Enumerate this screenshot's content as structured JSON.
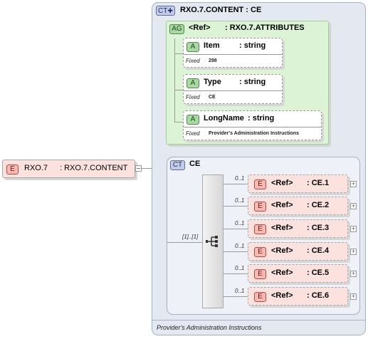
{
  "root_element": {
    "badge": "E",
    "name": "RXO.7",
    "type": ": RXO.7.CONTENT"
  },
  "outer_type": {
    "badge": "CT",
    "title": "RXO.7.CONTENT : CE",
    "footer": "Provider's Administration Instructions"
  },
  "attribute_group": {
    "badge": "AG",
    "ref": "<Ref>",
    "type": ": RXO.7.ATTRIBUTES",
    "attributes": [
      {
        "badge": "A",
        "name": "Item",
        "type": ": string",
        "fixed_label": "Fixed",
        "fixed_value": "298"
      },
      {
        "badge": "A",
        "name": "Type",
        "type": ": string",
        "fixed_label": "Fixed",
        "fixed_value": "CE"
      },
      {
        "badge": "A",
        "name": "LongName",
        "type": ": string",
        "fixed_label": "Fixed",
        "fixed_value": "Provider's Administration Instructions"
      }
    ]
  },
  "inner_type": {
    "badge": "CT",
    "title": "CE",
    "sequence_occurrence": "[1]..[1]",
    "elements": [
      {
        "badge": "E",
        "ref": "<Ref>",
        "type": ": CE.1",
        "occurrence": "0..1"
      },
      {
        "badge": "E",
        "ref": "<Ref>",
        "type": ": CE.2",
        "occurrence": "0..1"
      },
      {
        "badge": "E",
        "ref": "<Ref>",
        "type": ": CE.3",
        "occurrence": "0..1"
      },
      {
        "badge": "E",
        "ref": "<Ref>",
        "type": ": CE.4",
        "occurrence": "0..1"
      },
      {
        "badge": "E",
        "ref": "<Ref>",
        "type": ": CE.5",
        "occurrence": "0..1"
      },
      {
        "badge": "E",
        "ref": "<Ref>",
        "type": ": CE.6",
        "occurrence": "0..1"
      }
    ]
  },
  "icons": {
    "expand": "plus-icon",
    "collapse": "minus-icon",
    "sequence": "sequence-icon",
    "complex_type_expand": "ct-expand-icon"
  }
}
